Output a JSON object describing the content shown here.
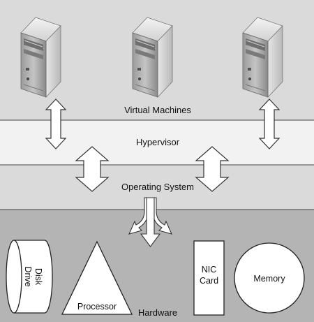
{
  "layers": {
    "virtual_machines": "Virtual Machines",
    "hypervisor": "Hypervisor",
    "operating_system": "Operating System",
    "hardware": "Hardware"
  },
  "hardware_components": {
    "disk_line1": "Disk",
    "disk_line2": "Drive",
    "processor": "Processor",
    "nic_line1": "NIC",
    "nic_line2": "Card",
    "memory": "Memory"
  },
  "colors": {
    "vm_band": "#dadada",
    "hypervisor_band": "#f2f2f2",
    "os_band": "#dadada",
    "hardware_band": "#b4b4b4",
    "shape_fill": "#ffffff",
    "outline": "#222222"
  },
  "icons": [
    "server-icon",
    "server-icon",
    "server-icon"
  ]
}
